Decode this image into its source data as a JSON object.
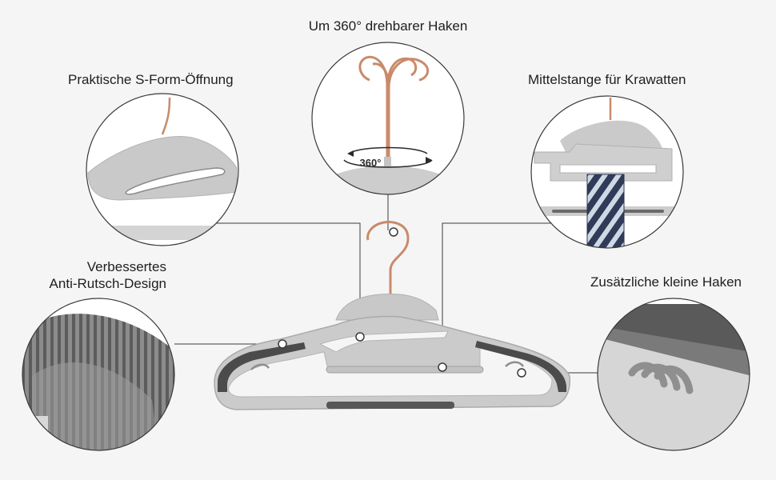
{
  "colors": {
    "background": "#f5f5f5",
    "hanger_gray": "#c8c8c8",
    "hanger_outline": "#a9a9a9",
    "anti_slip_dark": "#4b4b4b",
    "copper": "#c98a6a",
    "connector_line": "#3a3a3a"
  },
  "features": {
    "hook_360": {
      "label": "Um 360° drehbarer Haken",
      "badge": "360°",
      "icon": "rotation-arrows-icon"
    },
    "s_shape_opening": {
      "label": "Praktische S-Form-Öffnung"
    },
    "tie_bar": {
      "label": "Mittelstange für Krawatten"
    },
    "anti_slip": {
      "label_line1": "Verbessertes",
      "label_line2": "Anti-Rutsch-Design"
    },
    "small_hooks": {
      "label": "Zusätzliche kleine Haken"
    }
  }
}
